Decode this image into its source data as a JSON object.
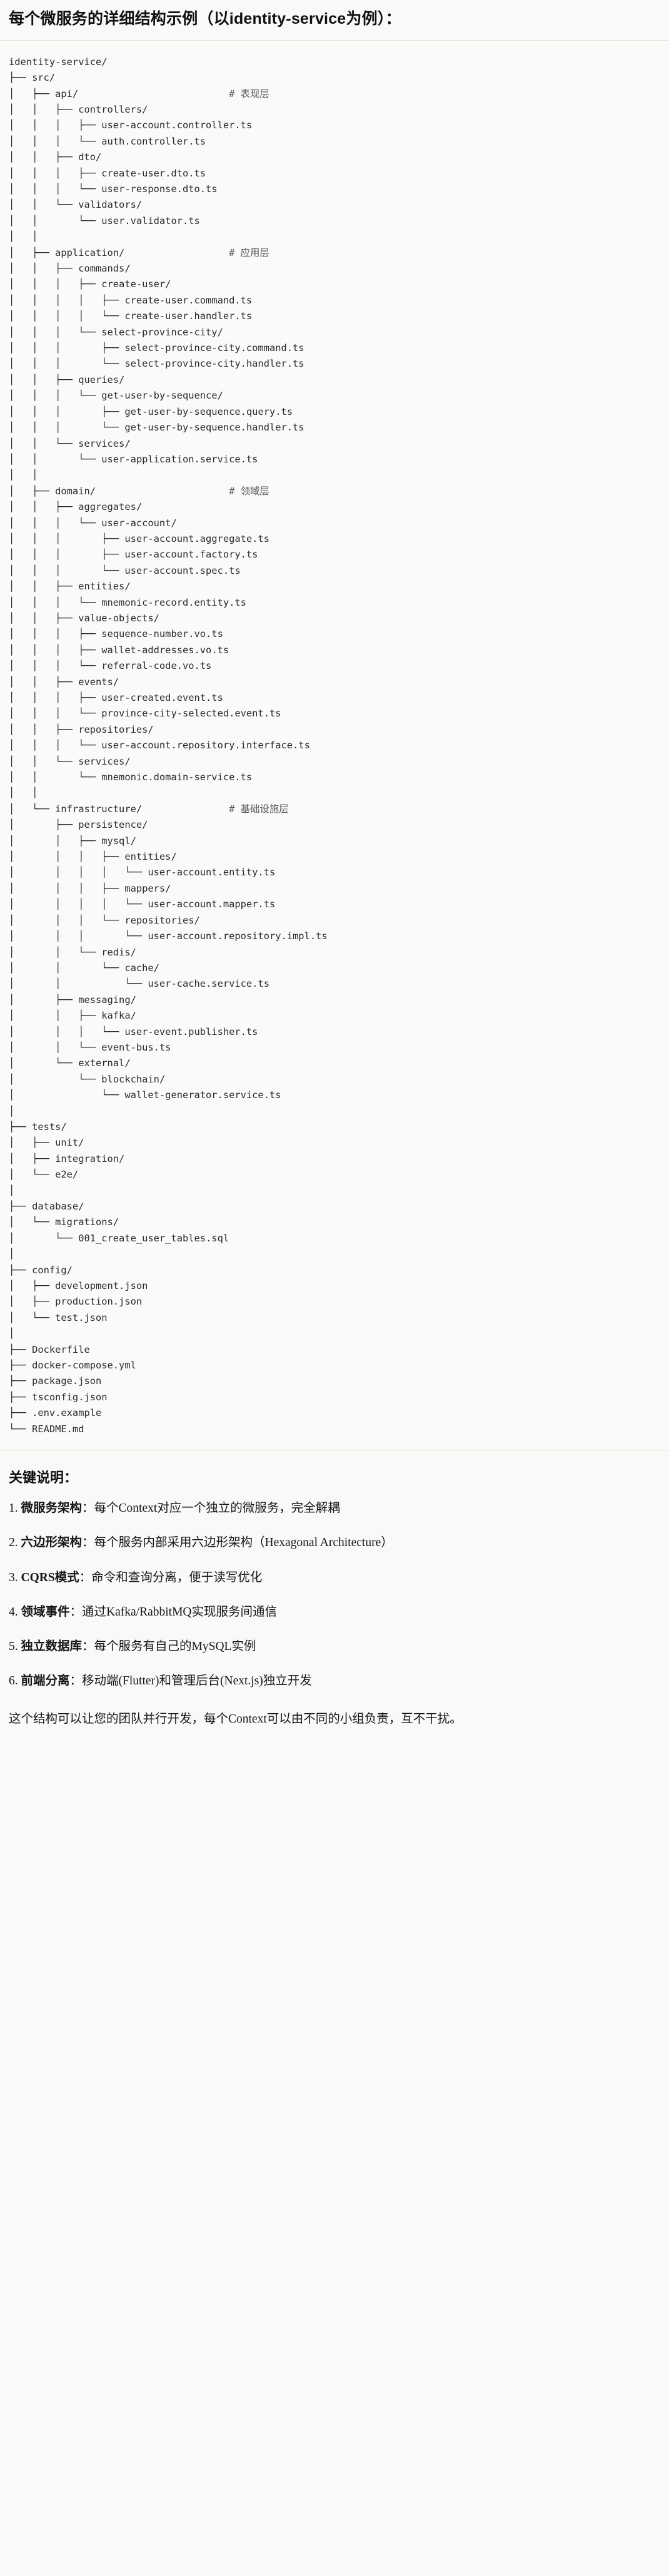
{
  "header": {
    "title": "每个微服务的详细结构示例（以identity-service为例）："
  },
  "tree": {
    "root": "identity-service/",
    "text": "identity-service/\n├── src/\n│   ├── api/                          # 表现层\n│   │   ├── controllers/\n│   │   │   ├── user-account.controller.ts\n│   │   │   └── auth.controller.ts\n│   │   ├── dto/\n│   │   │   ├── create-user.dto.ts\n│   │   │   └── user-response.dto.ts\n│   │   └── validators/\n│   │       └── user.validator.ts\n│   │\n│   ├── application/                  # 应用层\n│   │   ├── commands/\n│   │   │   ├── create-user/\n│   │   │   │   ├── create-user.command.ts\n│   │   │   │   └── create-user.handler.ts\n│   │   │   └── select-province-city/\n│   │   │       ├── select-province-city.command.ts\n│   │   │       └── select-province-city.handler.ts\n│   │   ├── queries/\n│   │   │   └── get-user-by-sequence/\n│   │   │       ├── get-user-by-sequence.query.ts\n│   │   │       └── get-user-by-sequence.handler.ts\n│   │   └── services/\n│   │       └── user-application.service.ts\n│   │\n│   ├── domain/                       # 领域层\n│   │   ├── aggregates/\n│   │   │   └── user-account/\n│   │   │       ├── user-account.aggregate.ts\n│   │   │       ├── user-account.factory.ts\n│   │   │       └── user-account.spec.ts\n│   │   ├── entities/\n│   │   │   └── mnemonic-record.entity.ts\n│   │   ├── value-objects/\n│   │   │   ├── sequence-number.vo.ts\n│   │   │   ├── wallet-addresses.vo.ts\n│   │   │   └── referral-code.vo.ts\n│   │   ├── events/\n│   │   │   ├── user-created.event.ts\n│   │   │   └── province-city-selected.event.ts\n│   │   ├── repositories/\n│   │   │   └── user-account.repository.interface.ts\n│   │   └── services/\n│   │       └── mnemonic.domain-service.ts\n│   │\n│   └── infrastructure/               # 基础设施层\n│       ├── persistence/\n│       │   ├── mysql/\n│       │   │   ├── entities/\n│       │   │   │   └── user-account.entity.ts\n│       │   │   ├── mappers/\n│       │   │   │   └── user-account.mapper.ts\n│       │   │   └── repositories/\n│       │   │       └── user-account.repository.impl.ts\n│       │   └── redis/\n│       │       └── cache/\n│       │           └── user-cache.service.ts\n│       ├── messaging/\n│       │   ├── kafka/\n│       │   │   └── user-event.publisher.ts\n│       │   └── event-bus.ts\n│       └── external/\n│           └── blockchain/\n│               └── wallet-generator.service.ts\n│\n├── tests/\n│   ├── unit/\n│   ├── integration/\n│   └── e2e/\n│\n├── database/\n│   └── migrations/\n│       └── 001_create_user_tables.sql\n│\n├── config/\n│   ├── development.json\n│   ├── production.json\n│   └── test.json\n│\n├── Dockerfile\n├── docker-compose.yml\n├── package.json\n├── tsconfig.json\n├── .env.example\n└── README.md",
    "comments": [
      "# 表现层",
      "# 应用层",
      "# 领域层",
      "# 基础设施层"
    ]
  },
  "notes": {
    "heading": "关键说明：",
    "items": [
      {
        "num": "1.",
        "term": "微服务架构",
        "desc": "：每个Context对应一个独立的微服务，完全解耦"
      },
      {
        "num": "2.",
        "term": "六边形架构",
        "desc": "：每个服务内部采用六边形架构（Hexagonal Architecture）"
      },
      {
        "num": "3.",
        "term": "CQRS模式",
        "desc": "：命令和查询分离，便于读写优化"
      },
      {
        "num": "4.",
        "term": "领域事件",
        "desc": "：通过Kafka/RabbitMQ实现服务间通信"
      },
      {
        "num": "5.",
        "term": "独立数据库",
        "desc": "：每个服务有自己的MySQL实例"
      },
      {
        "num": "6.",
        "term": "前端分离",
        "desc": "：移动端(Flutter)和管理后台(Next.js)独立开发"
      }
    ],
    "footer": "这个结构可以让您的团队并行开发，每个Context可以由不同的小组负责，互不干扰。"
  },
  "colors": {
    "background": "#faf9f7",
    "code_background": "#fbfaf8",
    "text": "#1a1a1a",
    "comment": "#55595e",
    "rule": "#e3e0da"
  }
}
